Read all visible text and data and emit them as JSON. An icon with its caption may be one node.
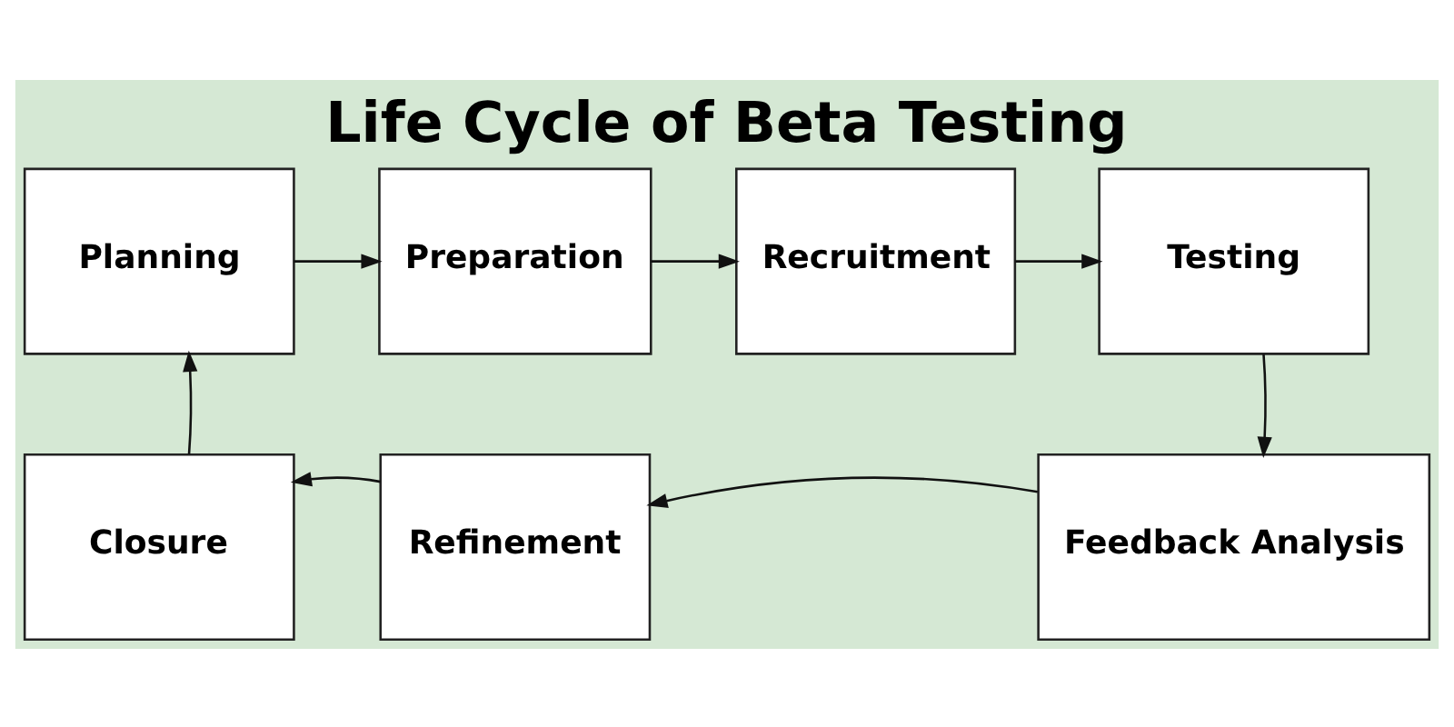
{
  "diagram": {
    "title": "Life Cycle of Beta Testing",
    "nodes": [
      {
        "text": [
          "Planning"
        ]
      },
      {
        "text": [
          "Preparation"
        ]
      },
      {
        "text": [
          "Recruitment"
        ]
      },
      {
        "text": [
          "Testing"
        ]
      },
      {
        "text": [
          "Feedback Analysis"
        ]
      },
      {
        "text": [
          "Refinement"
        ]
      },
      {
        "text": [
          "Closure"
        ]
      }
    ],
    "edges": [
      {
        "from": 0,
        "to": 1,
        "arrow": "to"
      },
      {
        "from": 1,
        "to": 2,
        "arrow": "to"
      },
      {
        "from": 2,
        "to": 3,
        "arrow": "to"
      },
      {
        "from": 3,
        "to": 4,
        "arrow": "to"
      },
      {
        "from": 4,
        "to": 5,
        "arrow": "to"
      },
      {
        "from": 5,
        "to": 6,
        "arrow": "to"
      },
      {
        "from": 6,
        "to": 0,
        "arrow": "to"
      }
    ]
  }
}
